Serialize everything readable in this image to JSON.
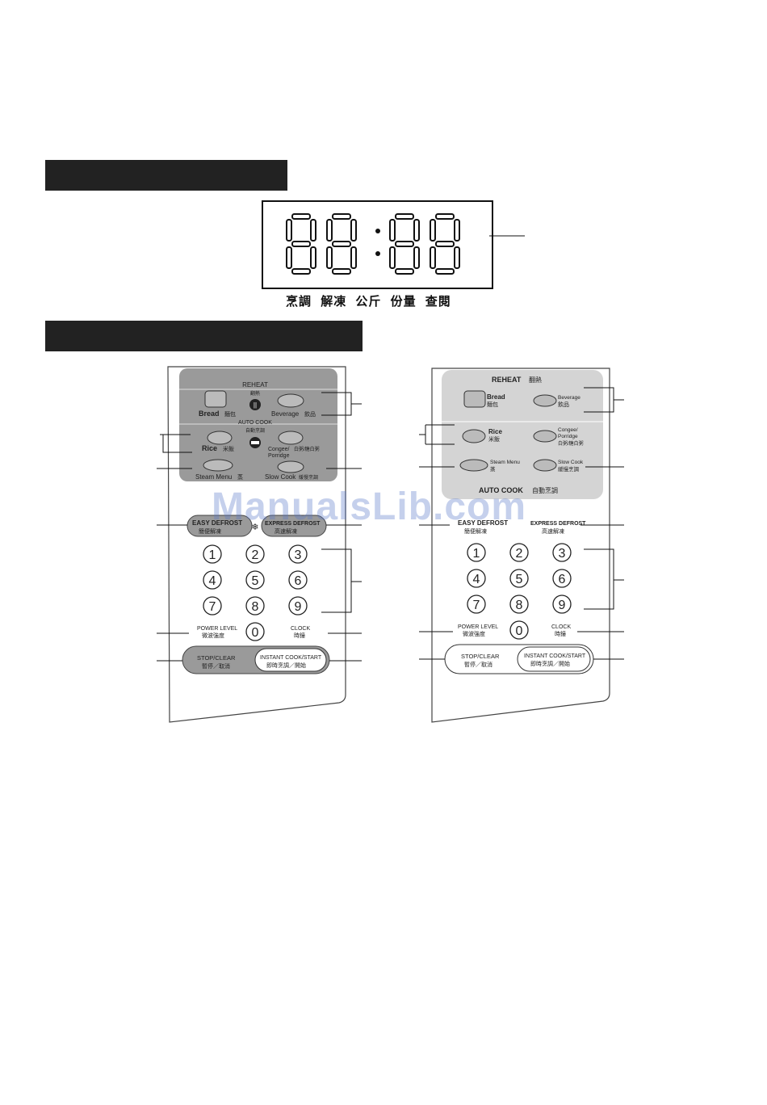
{
  "display": {
    "digits": "88:88",
    "indicators": [
      "烹調",
      "解凍",
      "公斤",
      "份量",
      "查閱"
    ]
  },
  "panel_left": {
    "reheat": "REHEAT",
    "reheat_cn": "翻熱",
    "bread": "Bread",
    "bread_cn": "麵包",
    "beverage": "Beverage",
    "beverage_cn": "飲品",
    "auto_cook": "AUTO COOK",
    "auto_cook_cn": "自動烹調",
    "rice": "Rice",
    "rice_cn": "米飯",
    "congee": "Congee/",
    "congee_cn": "白粥/糖白粥",
    "porridge": "Porridge",
    "steam_menu": "Steam Menu",
    "steam_menu_cn": "蒸",
    "slow_cook": "Slow Cook",
    "slow_cook_cn": "緩慢烹調",
    "easy_defrost": "EASY DEFROST",
    "easy_defrost_cn": "簡便解凍",
    "express_defrost": "EXPRESS DEFROST",
    "express_defrost_cn": "高速解凍",
    "keys": [
      "1",
      "2",
      "3",
      "4",
      "5",
      "6",
      "7",
      "8",
      "9",
      "0"
    ],
    "power_level": "POWER LEVEL",
    "power_level_cn": "微波強度",
    "clock": "CLOCK",
    "clock_cn": "時鐘",
    "stop_clear": "STOP/CLEAR",
    "stop_clear_cn": "暫停／取消",
    "instant_cook": "INSTANT COOK/START",
    "instant_cook_cn": "即時烹調／開始"
  },
  "panel_right": {
    "reheat": "REHEAT",
    "reheat_cn": "翻熱",
    "bread": "Bread",
    "bread_cn": "麵包",
    "beverage": "Beverage",
    "beverage_cn": "飲品",
    "rice": "Rice",
    "rice_cn": "米飯",
    "congee": "Congee/",
    "porridge": "Porridge",
    "congee_cn": "白粥/糖白粥",
    "steam_menu": "Steam Menu",
    "steam_menu_cn": "蒸",
    "slow_cook": "Slow Cook",
    "slow_cook_cn": "緩慢烹調",
    "auto_cook": "AUTO COOK",
    "auto_cook_cn": "自動烹調",
    "easy_defrost": "EASY DEFROST",
    "easy_defrost_cn": "簡便解凍",
    "express_defrost": "EXPRESS DEFROST",
    "express_defrost_cn": "高速解凍",
    "keys": [
      "1",
      "2",
      "3",
      "4",
      "5",
      "6",
      "7",
      "8",
      "9",
      "0"
    ],
    "power_level": "POWER LEVEL",
    "power_level_cn": "微波強度",
    "clock": "CLOCK",
    "clock_cn": "時鐘",
    "stop_clear": "STOP/CLEAR",
    "stop_clear_cn": "暫停／取消",
    "instant_cook": "INSTANT COOK/START",
    "instant_cook_cn": "即時烹調／開始"
  },
  "watermark": "ManualsLib.com",
  "colors": {
    "panel_gray": "#9a9a9a",
    "bar": "#222222"
  }
}
